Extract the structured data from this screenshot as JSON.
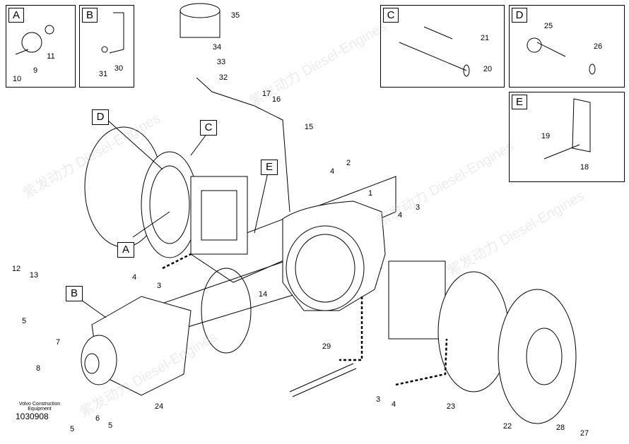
{
  "watermark": "紫发动力 Diesel-Engines",
  "caption": {
    "company": "Volvo Construction Equipment",
    "drawing_number": "1030908"
  },
  "detail_boxes": [
    {
      "id": "A"
    },
    {
      "id": "B"
    },
    {
      "id": "C"
    },
    {
      "id": "D"
    },
    {
      "id": "E"
    }
  ],
  "callouts": [
    "D",
    "C",
    "E",
    "A",
    "B"
  ],
  "part_labels": [
    "9",
    "10",
    "11",
    "31",
    "30",
    "21",
    "20",
    "25",
    "26",
    "19",
    "18",
    "35",
    "34",
    "33",
    "32",
    "17",
    "16",
    "15",
    "4",
    "2",
    "1",
    "4",
    "3",
    "12",
    "13",
    "4",
    "3",
    "14",
    "5",
    "7",
    "8",
    "29",
    "24",
    "5",
    "6",
    "5",
    "3",
    "4",
    "23",
    "22",
    "28",
    "27"
  ]
}
